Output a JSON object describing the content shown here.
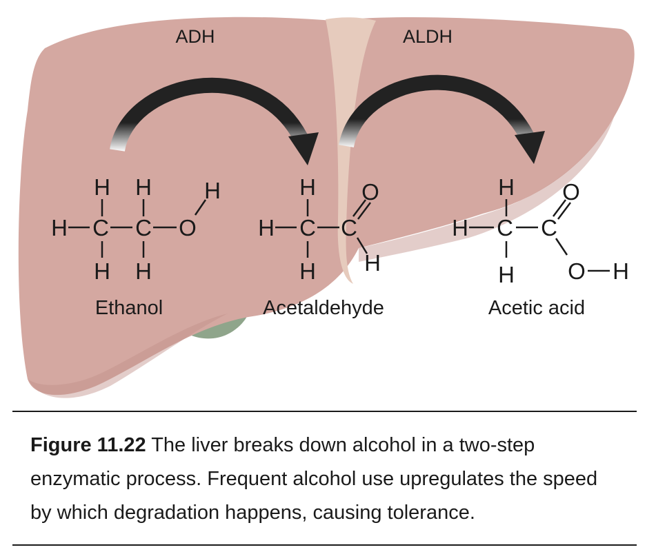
{
  "enzymes": {
    "step1": "ADH",
    "step2": "ALDH"
  },
  "molecules": {
    "ethanol": {
      "name": "Ethanol"
    },
    "acetaldehyde": {
      "name": "Acetaldehyde"
    },
    "acetic_acid": {
      "name": "Acetic acid"
    }
  },
  "atoms": {
    "H": "H",
    "C": "C",
    "O": "O"
  },
  "figure": {
    "number": "Figure 11.22",
    "caption": " The liver breaks down alcohol in a two-step enzymatic process. Frequent alcohol use upregulates the speed by which degradation happens, causing tolerance."
  },
  "colors": {
    "liver": "#d4a8a1",
    "liver_shadow": "#c2908a",
    "gallbladder": "#8fa58b",
    "ligament": "#e6cbbd",
    "arrow": "#222222"
  }
}
